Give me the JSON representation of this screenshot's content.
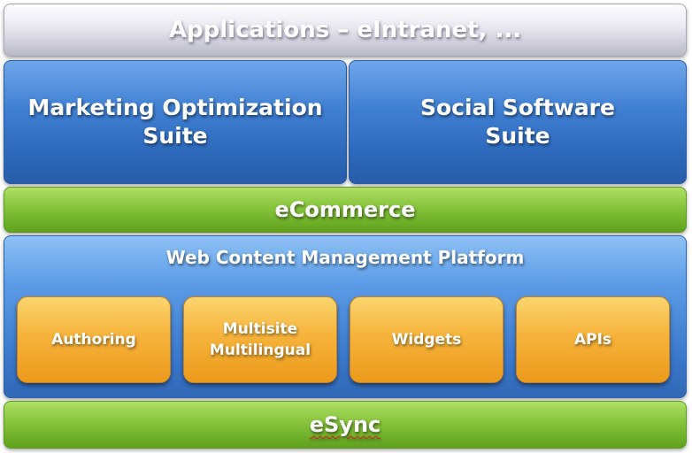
{
  "layers": {
    "applications": "Applications – eIntranet, ...",
    "marketing": {
      "line1": "Marketing Optimization",
      "line2": "Suite"
    },
    "social": {
      "line1": "Social Software",
      "line2": "Suite"
    },
    "ecommerce": "eCommerce",
    "wcm": {
      "title": "Web Content Management Platform",
      "modules": [
        {
          "lines": [
            "Authoring"
          ]
        },
        {
          "lines": [
            "Multisite",
            "Multilingual"
          ]
        },
        {
          "lines": [
            "Widgets"
          ]
        },
        {
          "lines": [
            "APIs"
          ]
        }
      ]
    },
    "esync": "eSync"
  },
  "colors": {
    "blue": "#3f7fd2",
    "green": "#86c43b",
    "orange": "#f6b33b",
    "gray": "#e9e8f1"
  }
}
